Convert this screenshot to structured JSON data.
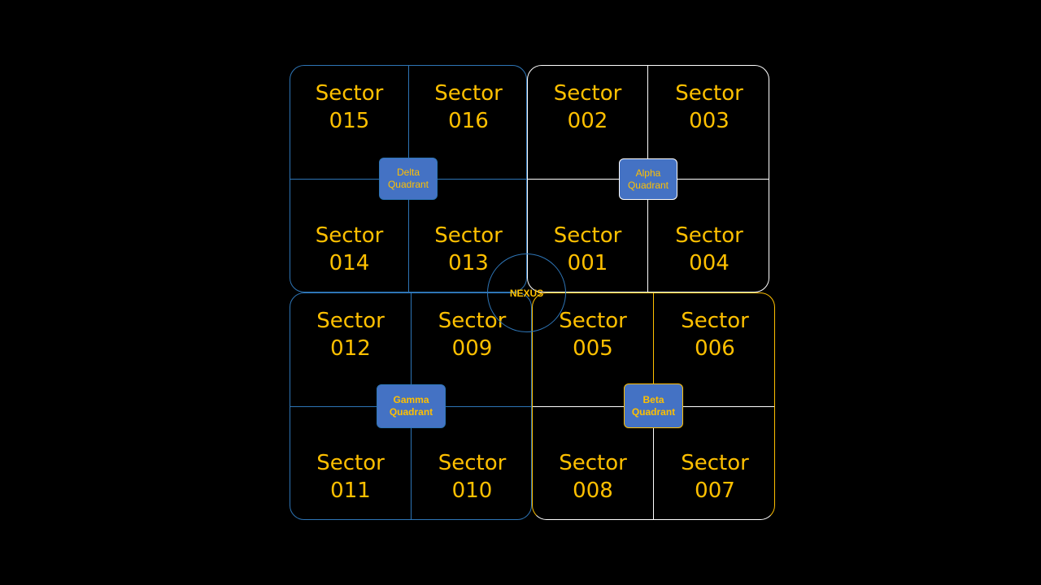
{
  "colors": {
    "background": "#000000",
    "text": "#FFC000",
    "badge_fill": "#4472C4",
    "blue_border": "#2E75B6",
    "white_border": "#FFFFFF",
    "gold_border": "#FFC000"
  },
  "nexus": {
    "label": "NEXUS"
  },
  "quadrants": {
    "delta": {
      "name": "Delta Quadrant",
      "line1": "Delta",
      "line2": "Quadrant",
      "sectors": {
        "tl": {
          "word": "Sector",
          "num": "015"
        },
        "tr": {
          "word": "Sector",
          "num": "016"
        },
        "bl": {
          "word": "Sector",
          "num": "014"
        },
        "br": {
          "word": "Sector",
          "num": "013"
        }
      }
    },
    "alpha": {
      "name": "Alpha Quadrant",
      "line1": "Alpha",
      "line2": "Quadrant",
      "sectors": {
        "tl": {
          "word": "Sector",
          "num": "002"
        },
        "tr": {
          "word": "Sector",
          "num": "003"
        },
        "bl": {
          "word": "Sector",
          "num": "001"
        },
        "br": {
          "word": "Sector",
          "num": "004"
        }
      }
    },
    "gamma": {
      "name": "Gamma Quadrant",
      "line1": "Gamma",
      "line2": "Quadrant",
      "sectors": {
        "tl": {
          "word": "Sector",
          "num": "012"
        },
        "tr": {
          "word": "Sector",
          "num": "009"
        },
        "bl": {
          "word": "Sector",
          "num": "011"
        },
        "br": {
          "word": "Sector",
          "num": "010"
        }
      }
    },
    "beta": {
      "name": "Beta Quadrant",
      "line1": "Beta",
      "line2": "Quadrant",
      "sectors": {
        "tl": {
          "word": "Sector",
          "num": "005"
        },
        "tr": {
          "word": "Sector",
          "num": "006"
        },
        "bl": {
          "word": "Sector",
          "num": "008"
        },
        "br": {
          "word": "Sector",
          "num": "007"
        }
      }
    }
  }
}
